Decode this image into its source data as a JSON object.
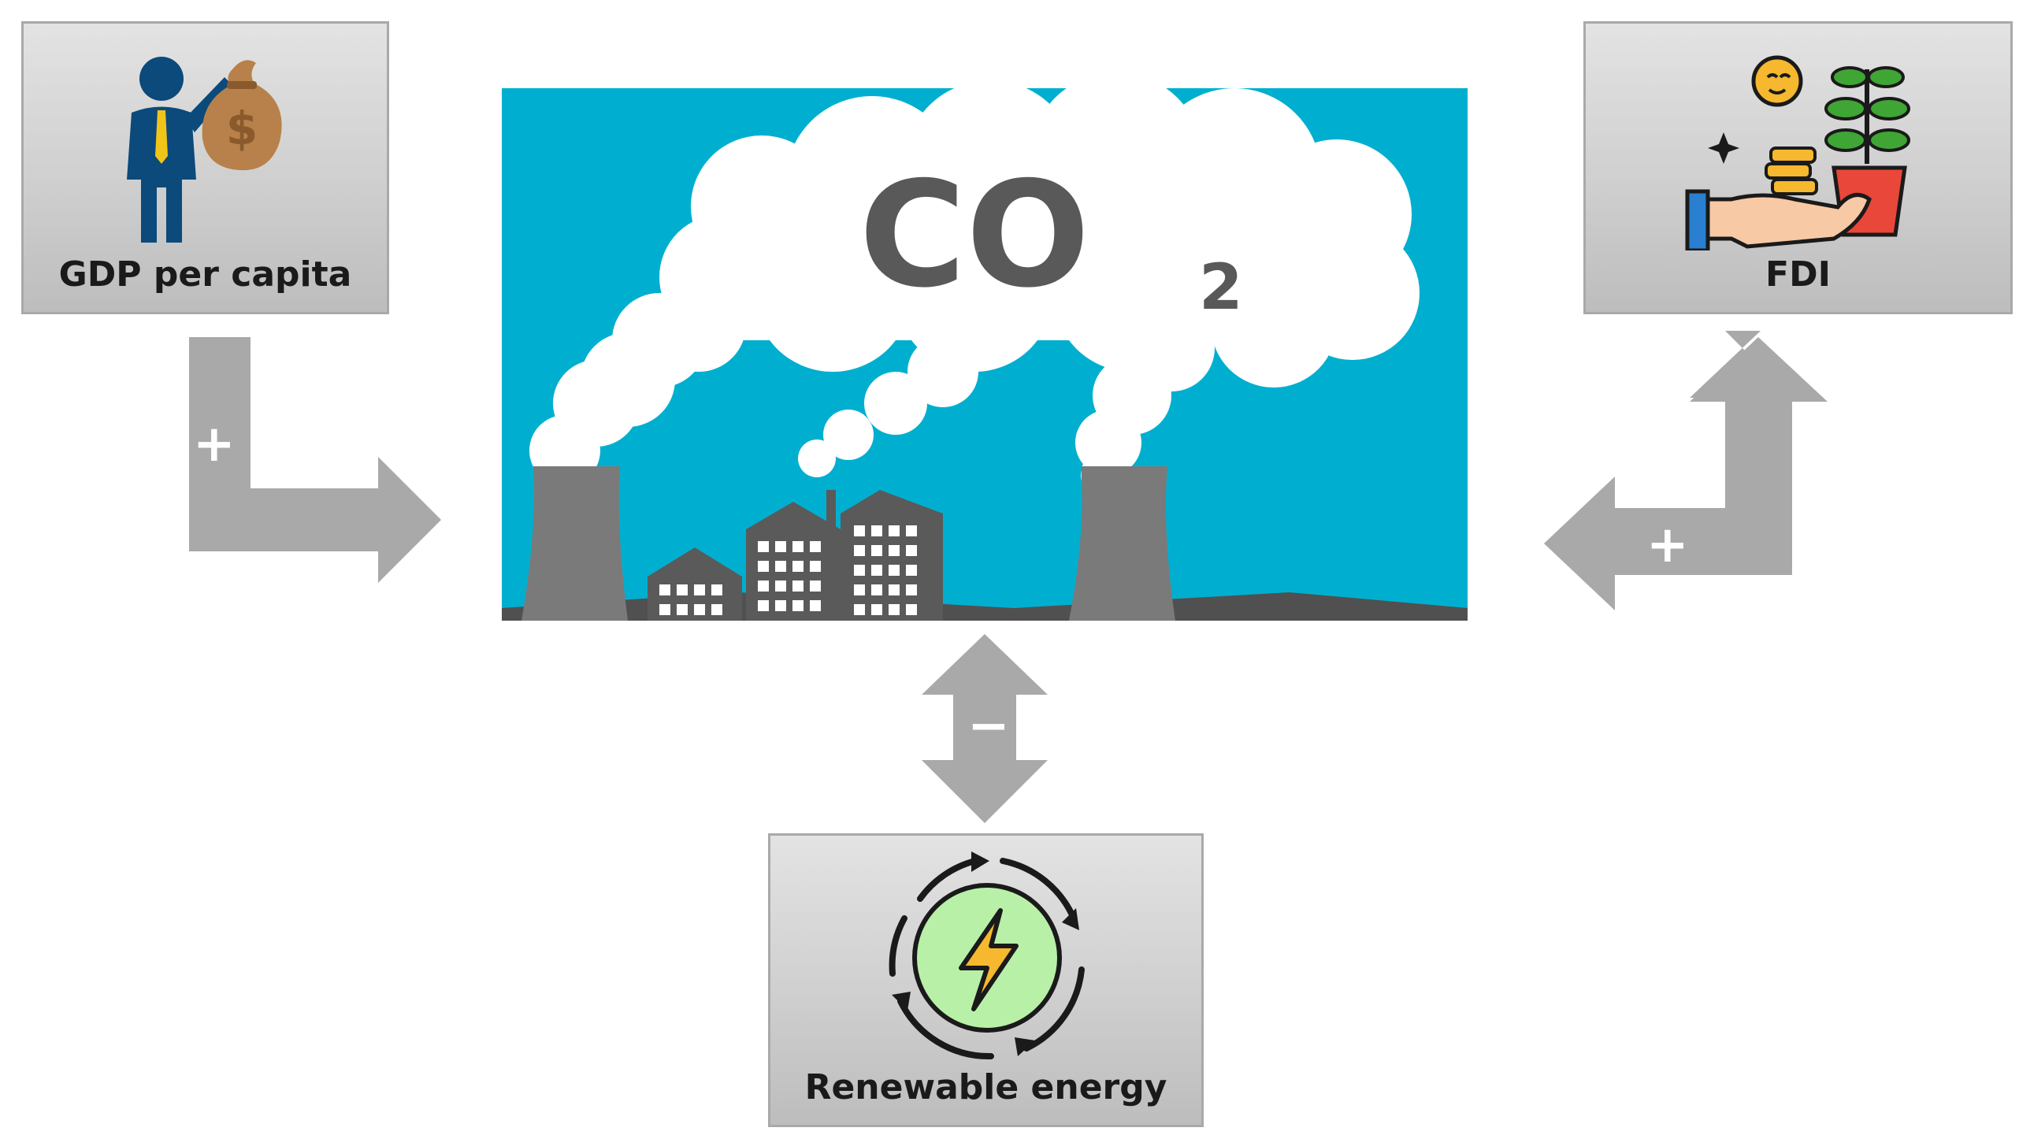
{
  "nodes": {
    "gdp": {
      "label": "GDP per capita",
      "icon": "businessman-money-bag-icon"
    },
    "fdi": {
      "label": "FDI",
      "icon": "hand-coins-plant-icon"
    },
    "renewable": {
      "label": "Renewable energy",
      "icon": "energy-cycle-lightning-icon"
    },
    "co2": {
      "label": "CO",
      "subscript": "2",
      "icon": "factory-smoke-pollution-scene"
    }
  },
  "edges": [
    {
      "from": "gdp",
      "to": "co2",
      "sign": "+"
    },
    {
      "from": "fdi",
      "to": "co2",
      "sign": "+",
      "bidirectional": true
    },
    {
      "from": "renewable",
      "to": "co2",
      "sign": "−",
      "bidirectional": true
    }
  ],
  "colors": {
    "sky": "#00afcf",
    "cloud": "#ffffff",
    "factory": "#5a5a5a",
    "arrow": "#a9a9a9",
    "box": "#cfcfcf"
  }
}
